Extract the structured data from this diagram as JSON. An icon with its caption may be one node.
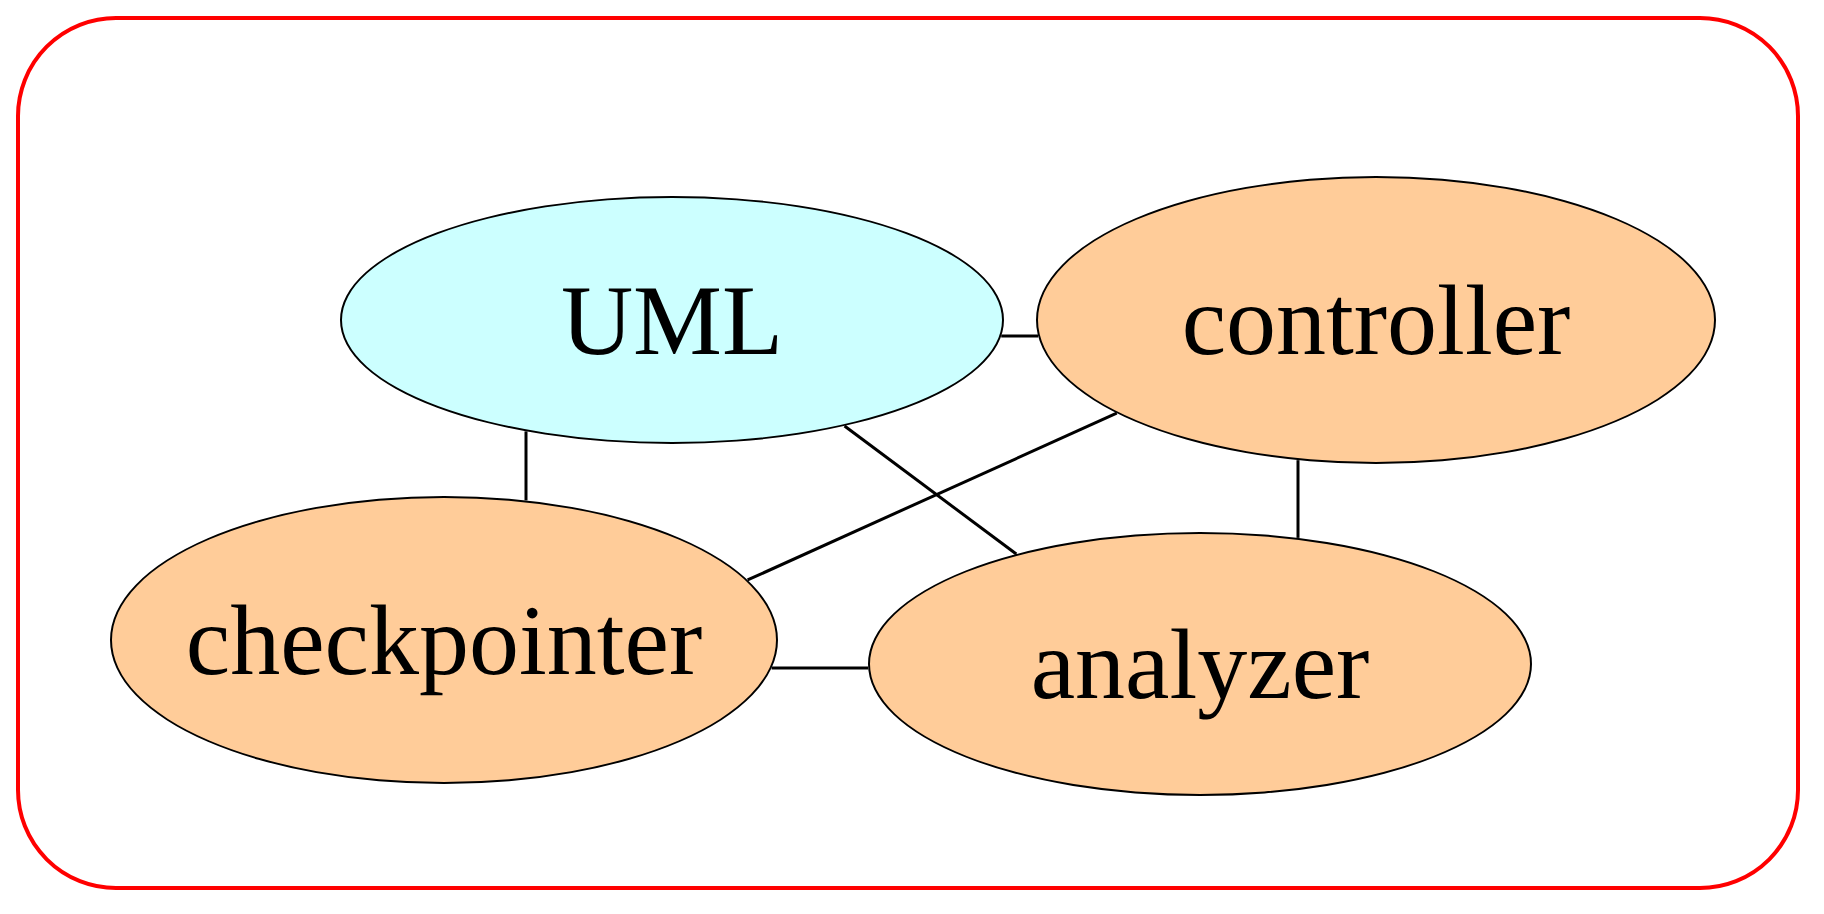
{
  "diagram": {
    "nodes": [
      {
        "text": [],
        "shape": "box"
      },
      {
        "text": [
          "UML"
        ],
        "in": 0
      },
      {
        "text": [
          "controller"
        ],
        "in": 0
      },
      {
        "text": [
          "checkpointer"
        ],
        "in": 0
      },
      {
        "text": [
          "analyzer"
        ],
        "in": 0
      }
    ],
    "edges": [
      {
        "from": 1,
        "to": 2,
        "arrow": "none"
      },
      {
        "from": 1,
        "to": 3,
        "arrow": "none"
      },
      {
        "from": 1,
        "to": 4,
        "arrow": "none"
      },
      {
        "from": 2,
        "to": 3,
        "arrow": "none"
      },
      {
        "from": 2,
        "to": 4,
        "arrow": "none"
      },
      {
        "from": 3,
        "to": 4,
        "arrow": "none"
      }
    ]
  }
}
